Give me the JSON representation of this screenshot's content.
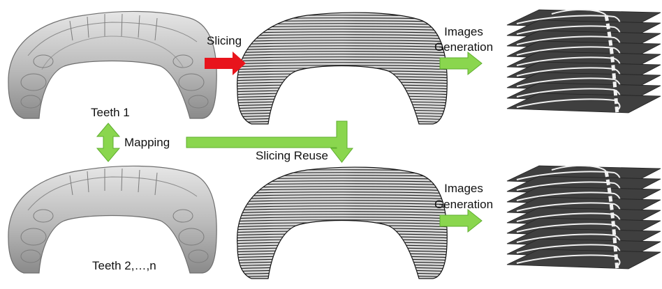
{
  "labels": {
    "slicing": "Slicing",
    "images_generation_top_line1": "Images",
    "images_generation_top_line2": "Generation",
    "teeth1": "Teeth 1",
    "mapping": "Mapping",
    "slicing_reuse": "Slicing Reuse",
    "images_generation_bottom_line1": "Images",
    "images_generation_bottom_line2": "Generation",
    "teeth_n": "Teeth 2,…,n"
  },
  "colors": {
    "slicing_arrow": "#e8141c",
    "flow_arrow": "#8ad64e",
    "flow_arrow_stroke": "#5fae2e",
    "mesh_fill": "#bdbdbd",
    "mesh_shade": "#8e8e8e",
    "slice_line": "#1a1a1a",
    "slice_plate": "#3f3f3f",
    "slice_contour": "#f2f2f2"
  },
  "icons": {
    "teeth1_model": "dental-arch-mesh-icon",
    "teeth1_sliced": "sliced-dental-arch-icon",
    "teeth1_images": "slice-image-stack-icon",
    "teethn_model": "dental-arch-mesh-icon",
    "teethn_sliced": "sliced-dental-arch-icon",
    "teethn_images": "slice-image-stack-icon"
  }
}
